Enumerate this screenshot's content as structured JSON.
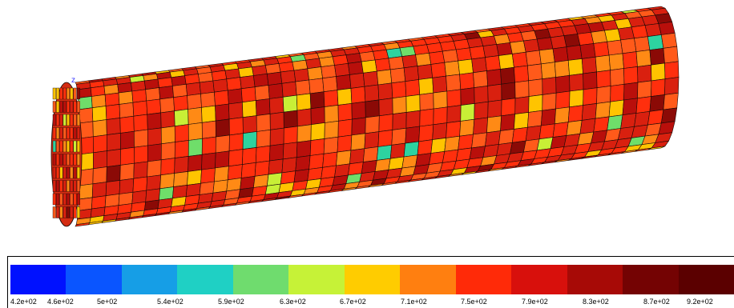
{
  "scene": {
    "axis_label": "z",
    "mesh": {
      "cells_along_axis": 44,
      "cells_visible_around": 14,
      "base_color": "#d42c12",
      "color_weights": [
        {
          "color": "#ff2f0d",
          "weight": 28
        },
        {
          "color": "#d9200f",
          "weight": 22
        },
        {
          "color": "#b90f0b",
          "weight": 14
        },
        {
          "color": "#ff5a1a",
          "weight": 12
        },
        {
          "color": "#ff8a15",
          "weight": 9
        },
        {
          "color": "#ffc400",
          "weight": 7
        },
        {
          "color": "#c8ef36",
          "weight": 2
        },
        {
          "color": "#8b0a06",
          "weight": 3
        },
        {
          "color": "#2dd3a0",
          "weight": 1
        },
        {
          "color": "#6fde6a",
          "weight": 1
        }
      ]
    }
  },
  "legend": {
    "colors": [
      "#0011ff",
      "#0a55ff",
      "#169ee6",
      "#1fd0c4",
      "#6fdc6e",
      "#c6f237",
      "#ffcc00",
      "#ff7f10",
      "#ff2a08",
      "#d8100c",
      "#a70a06",
      "#740303",
      "#5b0000"
    ],
    "tick_labels": [
      "4.2e+02",
      "4.6e+02",
      "5e+02",
      "5.4e+02",
      "5.9e+02",
      "6.3e+02",
      "6.7e+02",
      "7.1e+02",
      "7.5e+02",
      "7.9e+02",
      "8.3e+02",
      "8.7e+02",
      "9.2e+02"
    ]
  }
}
